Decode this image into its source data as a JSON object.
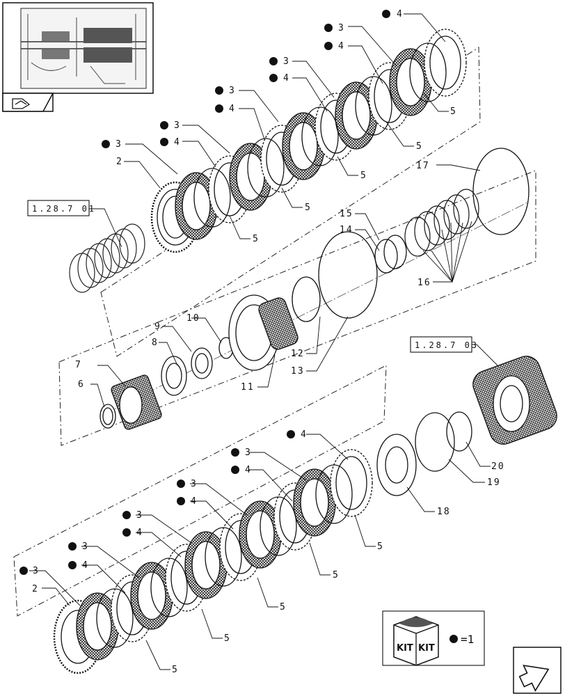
{
  "references": {
    "ref_top": "1.28.7 01",
    "ref_mid": "1.28.7 03"
  },
  "callouts": {
    "n2a": "2",
    "n2b": "2",
    "n3": "3",
    "n4": "4",
    "n5": "5",
    "n6": "6",
    "n7": "7",
    "n8": "8",
    "n9": "9",
    "n10": "10",
    "n11": "11",
    "n12": "12",
    "n13": "13",
    "n14": "14",
    "n15": "15",
    "n16": "16",
    "n17": "17",
    "n18": "18",
    "n19": "19",
    "n20": "20"
  },
  "legend": {
    "kit_left": "KIT",
    "kit_right": "KIT",
    "equals": "=1"
  },
  "icons": {
    "thumbnail_nav": "bookmark-arrow-icon",
    "next_page": "next-page-arrow-icon"
  }
}
